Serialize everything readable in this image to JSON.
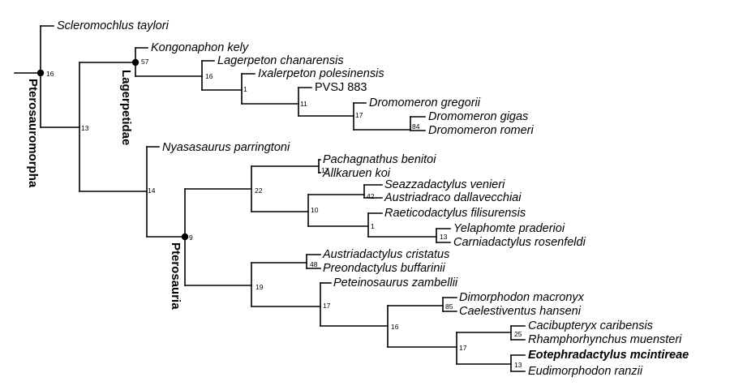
{
  "colors": {
    "ink": "#000000",
    "background": "#ffffff"
  },
  "taxa": {
    "t01": "Scleromochlus taylori",
    "t02": "Kongonaphon kely",
    "t03": "Lagerpeton chanarensis",
    "t04": "Ixalerpeton polesinensis",
    "t05": "PVSJ 883",
    "t06": "Dromomeron gregorii",
    "t07": "Dromomeron gigas",
    "t08": "Dromomeron romeri",
    "t09": "Nyasasaurus parringtoni",
    "t10": "Pachagnathus benitoi",
    "t11": "Allkaruen koi",
    "t12": "Seazzadactylus venieri",
    "t13": "Austriadraco dallavecchiai",
    "t14": "Raeticodactylus filisurensis",
    "t15": "Yelaphomte praderioi",
    "t16": "Carniadactylus rosenfeldi",
    "t17": "Austriadactylus cristatus",
    "t18": "Preondactylus buffarinii",
    "t19": "Peteinosaurus zambellii",
    "t20": "Dimorphodon macronyx",
    "t21": "Caelestiventus hanseni",
    "t22": "Cacibupteryx caribensis",
    "t23": "Rhamphorhynchus muensteri",
    "t24": "Eotephradactylus mcintireae",
    "t25": "Eudimorphodon ranzii"
  },
  "support": {
    "n_pterosauromorpha": "16",
    "n_root_split": "13",
    "n_lagerpetidae": "57",
    "n_lag_a": "16",
    "n_lag_b": "1",
    "n_lag_c": "11",
    "n_lag_d": "17",
    "n_drom": "84",
    "n_nyasa": "14",
    "n_pterosauria": "9",
    "n_pt_a": "22",
    "n_pach": "17",
    "n_pt_b": "10",
    "n_seaz": "42",
    "n_pt_c": "1",
    "n_yela": "13",
    "n_pt_d": "19",
    "n_austria": "48",
    "n_pt_e": "17",
    "n_pt_f": "16",
    "n_dimo": "85",
    "n_pt_g": "17",
    "n_caci": "25",
    "n_eote": "13"
  },
  "clades": {
    "pterosauromorpha": "Pterosauromorpha",
    "lagerpetidae": "Lagerpetidae",
    "pterosauria": "Pterosauria"
  }
}
